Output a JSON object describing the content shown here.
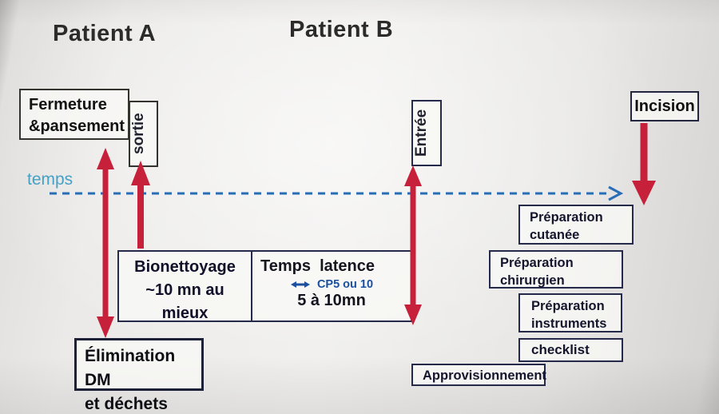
{
  "slide": {
    "patient_a": "Patient A",
    "patient_b": "Patient B",
    "temps_label": "temps"
  },
  "patient_a_flow": {
    "fermeture_line1": "Fermeture",
    "fermeture_line2": "&pansement",
    "sortie": "sortie",
    "bionettoyage_line1": "Bionettoyage",
    "bionettoyage_line2": "~10 mn au",
    "bionettoyage_line3": "mieux",
    "elimination_line1": "Élimination DM",
    "elimination_line2": "et déchets"
  },
  "latence": {
    "title": "Temps  latence",
    "cp": "CP5 ou 10",
    "duration": "5 à 10mn"
  },
  "patient_b_flow": {
    "entree": "Entrée",
    "incision": "Incision",
    "prep_cutanee_line1": "Préparation",
    "prep_cutanee_line2": "cutanée",
    "prep_chirurgien_line1": "Préparation",
    "prep_chirurgien_line2": "chirurgien",
    "prep_instruments_line1": "Préparation",
    "prep_instruments_line2": "instruments",
    "checklist": "checklist",
    "approvisionnement": "Approvisionnement"
  },
  "colors": {
    "arrow_red": "#c7203a",
    "timeline_blue": "#2a6cb5",
    "temps_label_blue": "#45a1c6",
    "cp_text_blue": "#1b4fa0",
    "border_dark": "#34342f",
    "border_navy": "#252a4a"
  }
}
